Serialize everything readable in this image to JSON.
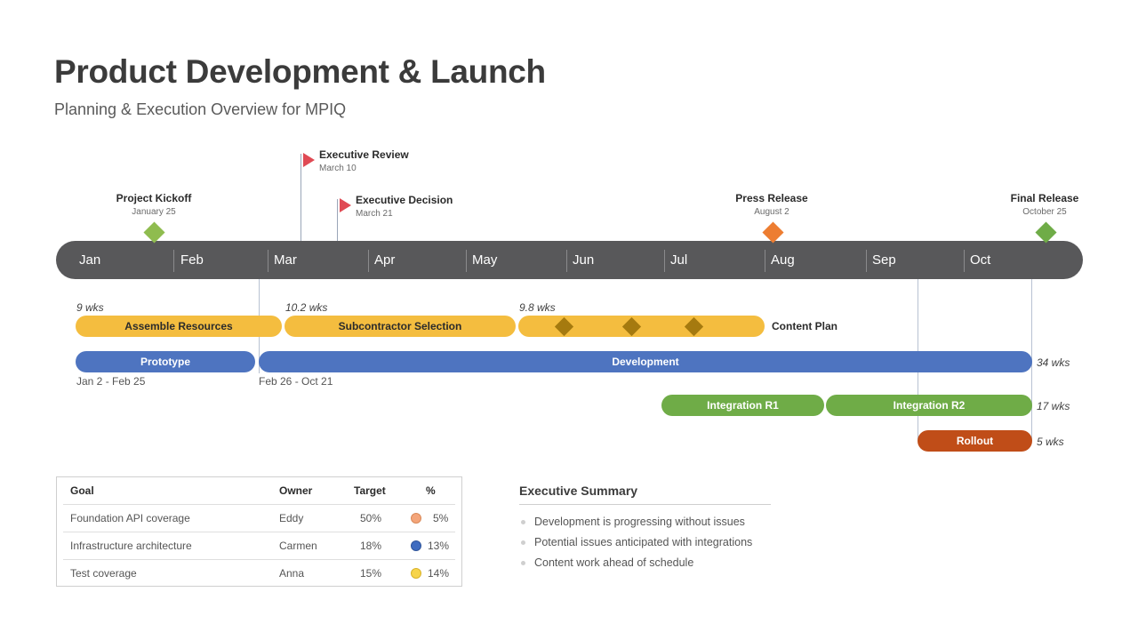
{
  "title": "Product Development & Launch",
  "subtitle": "Planning & Execution Overview for MPIQ",
  "chart_data": {
    "type": "gantt",
    "months": [
      "Jan",
      "Feb",
      "Mar",
      "Apr",
      "May",
      "Jun",
      "Jul",
      "Aug",
      "Sep",
      "Oct"
    ],
    "milestones": [
      {
        "name": "Project Kickoff",
        "date": "January 25",
        "color": "#8fbc4f",
        "style": "diamond"
      },
      {
        "name": "Executive Review",
        "date": "March 10",
        "color": "#e04a54",
        "style": "flag"
      },
      {
        "name": "Executive Decision",
        "date": "March 21",
        "color": "#e04a54",
        "style": "flag"
      },
      {
        "name": "Press Release",
        "date": "August 2",
        "color": "#ed7d31",
        "style": "diamond"
      },
      {
        "name": "Final Release",
        "date": "October 25",
        "color": "#6fac47",
        "style": "diamond"
      }
    ],
    "tasks": [
      {
        "name": "Assemble Resources",
        "duration": "9 wks",
        "color": "#f4bd3f"
      },
      {
        "name": "Subcontractor Selection",
        "duration": "10.2 wks",
        "color": "#f4bd3f"
      },
      {
        "name": "Content Plan",
        "duration": "9.8 wks",
        "color": "#f4bd3f",
        "inner_milestones": 3
      },
      {
        "name": "Prototype",
        "range": "Jan 2 - Feb 25",
        "color": "#4e74c0"
      },
      {
        "name": "Development",
        "range": "Feb 26 - Oct 21",
        "duration": "34 wks",
        "color": "#4e74c0"
      },
      {
        "name": "Integration R1",
        "color": "#6fac47"
      },
      {
        "name": "Integration R2",
        "duration": "17 wks",
        "color": "#6fac47"
      },
      {
        "name": "Rollout",
        "duration": "5 wks",
        "color": "#c04d18"
      }
    ]
  },
  "goals_table": {
    "headers": [
      "Goal",
      "Owner",
      "Target",
      "%"
    ],
    "rows": [
      {
        "goal": "Foundation API coverage",
        "owner": "Eddy",
        "target": "50%",
        "pct": "5%",
        "dot_color": "#f4a57a"
      },
      {
        "goal": "Infrastructure architecture",
        "owner": "Carmen",
        "target": "18%",
        "pct": "13%",
        "dot_color": "#3f6cc0"
      },
      {
        "goal": "Test coverage",
        "owner": "Anna",
        "target": "15%",
        "pct": "14%",
        "dot_color": "#f7d44a"
      }
    ]
  },
  "summary": {
    "title": "Executive Summary",
    "items": [
      "Development is progressing without issues",
      "Potential issues anticipated with integrations",
      "Content work ahead of schedule"
    ]
  }
}
